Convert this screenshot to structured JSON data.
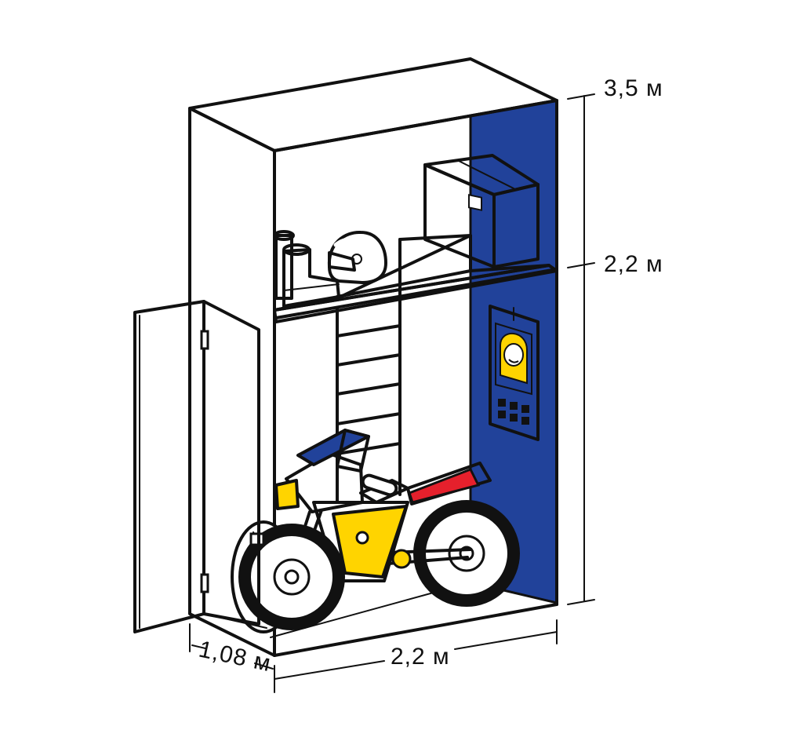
{
  "dimensions": {
    "total_height": "3,5 м",
    "lower_height": "2,2 м",
    "width": "2,2 м",
    "depth": "1,08 м"
  },
  "colors": {
    "blue_wall": "#21429a",
    "yellow": "#ffd400",
    "red": "#e5202c",
    "outline": "#111111",
    "white": "#ffffff"
  },
  "items": [
    {
      "name": "storage-cabinet",
      "icon": "cabinet-icon"
    },
    {
      "name": "cardboard-box",
      "icon": "box-icon"
    },
    {
      "name": "helmet",
      "icon": "helmet-icon"
    },
    {
      "name": "boots",
      "icon": "boots-icon"
    },
    {
      "name": "poster",
      "icon": "poster-icon"
    },
    {
      "name": "motorcycle",
      "icon": "motorcycle-icon"
    }
  ]
}
